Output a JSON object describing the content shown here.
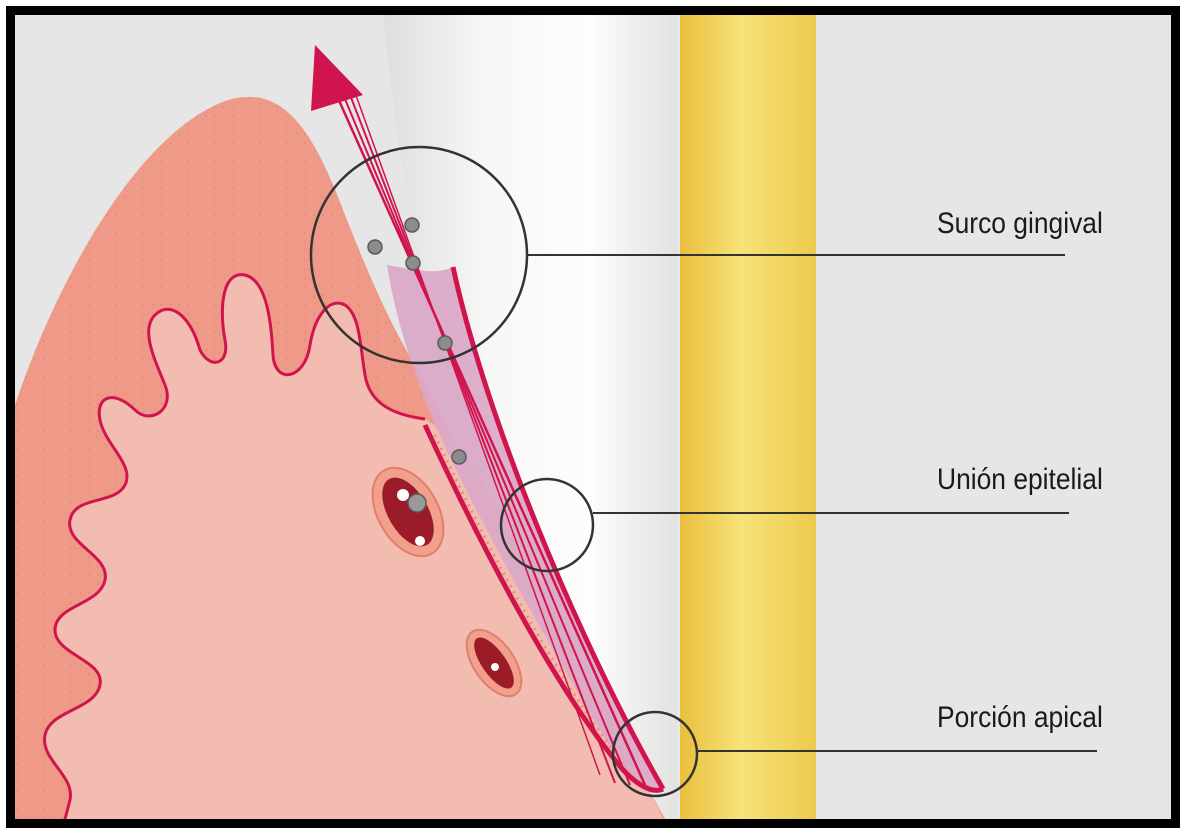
{
  "labels": {
    "surco": "Surco gingival",
    "union": "Unión epitelial",
    "apical": "Porción apical"
  },
  "colors": {
    "frame": "#000000",
    "background": "#e6e6e6",
    "gum_outer": "#ef9a88",
    "gum_inner": "#f2bdb0",
    "epithelium": "#d0144d",
    "junction_fill": "#dba8c8",
    "enamel": "#f1f1ee",
    "cementum": "#f0cf5a",
    "arrow": "#d0144d"
  }
}
